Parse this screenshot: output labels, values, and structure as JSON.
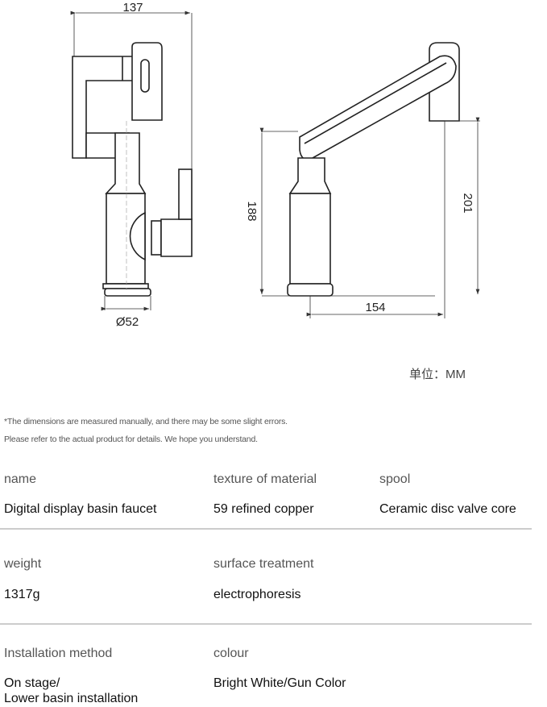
{
  "drawing": {
    "dims": {
      "width_top": "137",
      "base_diameter": "Ø52",
      "height_body": "188",
      "height_spout": "201",
      "reach": "154"
    },
    "unit": "单位：MM"
  },
  "note": {
    "line1": "*The dimensions are measured manually, and there may be some slight errors.",
    "line2": "Please refer to the actual product for details. We hope you understand."
  },
  "specs": [
    {
      "label": "name",
      "value": "Digital display basin faucet"
    },
    {
      "label": "texture of material",
      "value": "59 refined copper"
    },
    {
      "label": "spool",
      "value": "Ceramic disc valve core"
    },
    {
      "label": "weight",
      "value": "1317g"
    },
    {
      "label": "surface treatment",
      "value": "electrophoresis"
    },
    {
      "label": "Installation method",
      "value_line1": "On stage/",
      "value_line2": "Lower basin installation"
    },
    {
      "label": "colour",
      "value": "Bright White/Gun Color"
    }
  ]
}
